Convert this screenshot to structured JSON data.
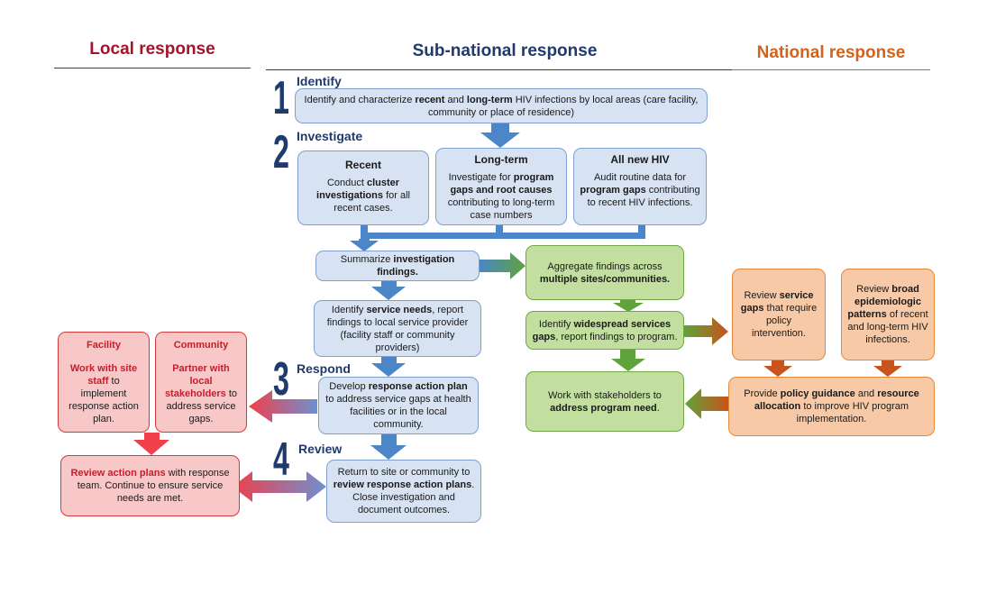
{
  "headers": {
    "local": "Local response",
    "subnational": "Sub-national response",
    "national": "National response"
  },
  "colors": {
    "local": "#a3142a",
    "subnational": "#1f3a6d",
    "national": "#d4621f",
    "blue_arrow": "#4a86c8",
    "green_arrow": "#5fa33a",
    "orange_arrow": "#c8531b",
    "red_arrow": "#f0404a"
  },
  "steps": [
    {
      "number": "1",
      "label": "Identify"
    },
    {
      "number": "2",
      "label": "Investigate"
    },
    {
      "number": "3",
      "label": "Respond"
    },
    {
      "number": "4",
      "label": "Review"
    }
  ],
  "boxes": {
    "identify": {
      "pre": "Identify and characterize ",
      "b1": "recent",
      "mid": " and ",
      "b2": "long-term",
      "post": " HIV infections by local areas (care facility, community or place of residence)"
    },
    "recent": {
      "title": "Recent",
      "pre": "Conduct ",
      "bold": "cluster investigations",
      "post": " for all recent cases."
    },
    "longterm": {
      "title": "Long-term",
      "pre": "Investigate for ",
      "bold": "program gaps and root causes",
      "post": " contributing to long-term case numbers"
    },
    "allnew": {
      "title": "All new HIV",
      "pre": "Audit routine data for ",
      "bold": "program gaps",
      "post": " contributing to recent HIV infections."
    },
    "summarize": {
      "pre": "Summarize ",
      "bold": "investigation findings."
    },
    "service_needs": {
      "pre": "Identify ",
      "bold": "service needs",
      "post": ", report findings to local service provider (facility staff or community providers)"
    },
    "develop": {
      "pre": "Develop ",
      "bold": "response action plan",
      "post": " to address service gaps at health facilities or in the local community."
    },
    "return": {
      "pre": "Return to site or community to ",
      "bold": "review response action plans",
      "post": ". Close investigation and document outcomes."
    },
    "aggregate": {
      "pre": "Aggregate findings across ",
      "bold": "multiple sites/communities."
    },
    "widespread": {
      "pre": "Identify ",
      "bold": "widespread services gaps",
      "post": ", report findings to program."
    },
    "stakeholders": {
      "pre": "Work with stakeholders to ",
      "bold": "address program need",
      "post": "."
    },
    "review_gaps": {
      "pre": "Review ",
      "bold": "service gaps",
      "post": " that require policy intervention."
    },
    "review_broad": {
      "pre": "Review ",
      "bold": "broad epidemiologic patterns",
      "post": " of recent and long-term HIV infections."
    },
    "policy": {
      "pre": "Provide ",
      "b1": "policy guidance",
      "mid": " and ",
      "b2": "resource allocation",
      "post": " to improve HIV program implementation."
    },
    "facility": {
      "title": "Facility",
      "bold": "Work with site staff",
      "post": " to implement response action plan."
    },
    "community": {
      "title": "Community",
      "bold": "Partner with local stakeholders",
      "post": " to address service gaps."
    },
    "review_plans": {
      "bold": "Review action plans",
      "post": " with response team. Continue to ensure service needs are met."
    }
  }
}
